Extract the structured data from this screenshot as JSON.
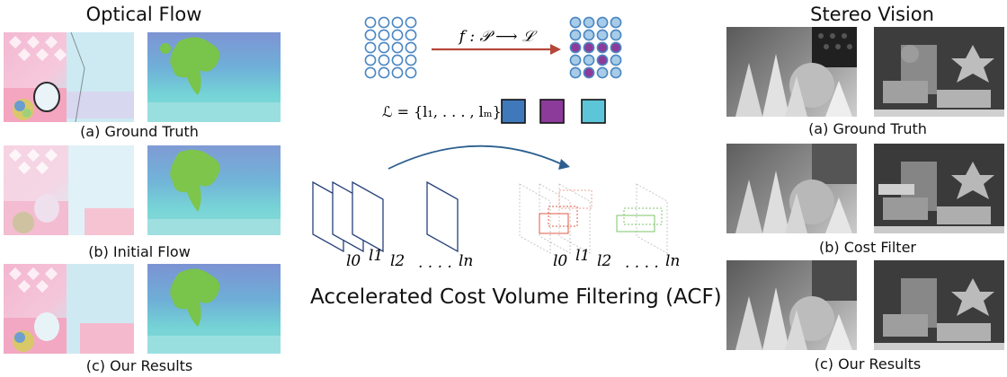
{
  "optical_flow": {
    "title": "Optical Flow",
    "captions": [
      "(a) Ground Truth",
      "(b) Initial Flow",
      "(c) Our Results"
    ]
  },
  "stereo_vision": {
    "title": "Stereo Vision",
    "captions": [
      "(a) Ground Truth",
      "(b) Cost Filter",
      "(c) Our Results"
    ]
  },
  "center": {
    "mapping_label": "f : 𝒫 ⟶ ℒ",
    "label_set": "ℒ = {l₁, . . . , lₘ}",
    "label_colors": [
      "#3f79bb",
      "#8c3b9a",
      "#5cc6d8"
    ],
    "stack_left_labels": [
      "l0",
      "l1",
      "l2",
      ". . . .",
      "ln"
    ],
    "stack_right_labels": [
      "l0",
      "l1",
      "l2",
      ". . . .",
      "ln"
    ],
    "title": "Accelerated Cost Volume Filtering (ACF)"
  },
  "colors": {
    "arrow_red": "#b5473a",
    "arrow_blue": "#2c5f8f",
    "dot_fill": "#a8cce8",
    "dot_stroke": "#4a86c2",
    "plane_blue": "#27417a",
    "plane_red": "#e05a47",
    "plane_green": "#7cc46a"
  }
}
